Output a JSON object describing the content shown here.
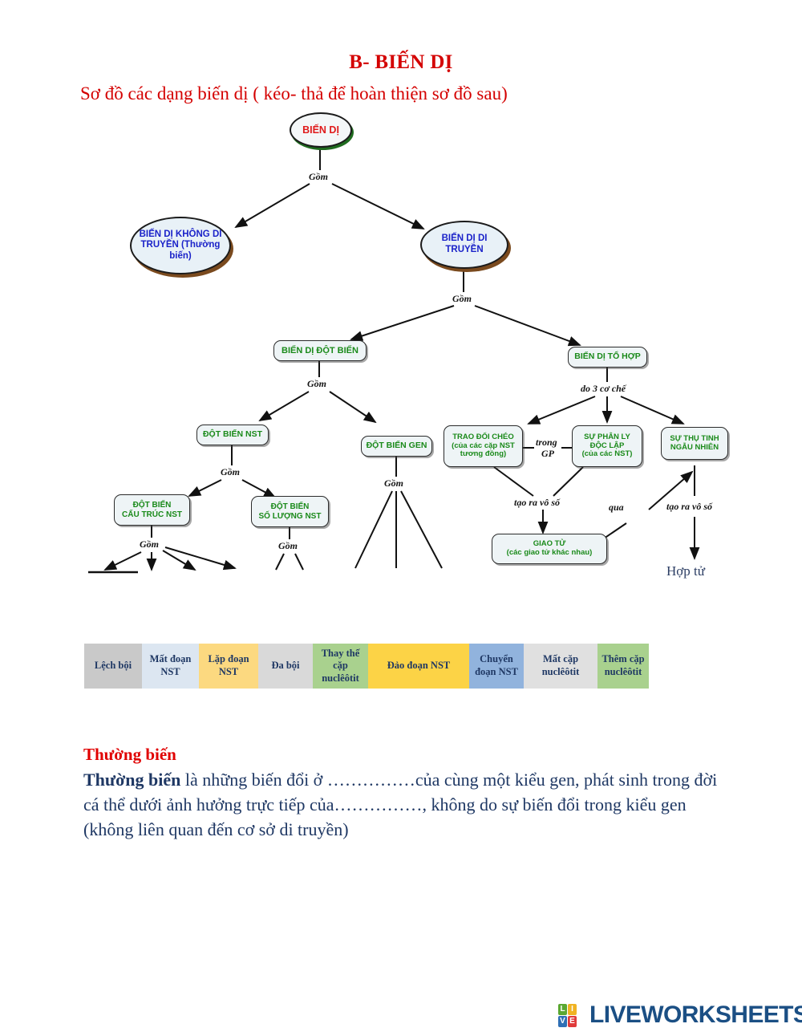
{
  "header": {
    "title": "B- BIẾN DỊ",
    "subtitle": "Sơ đồ các dạng biến dị ( kéo- thả để hoàn thiện sơ đồ sau)"
  },
  "diagram": {
    "nodes": {
      "root": "BIẾN DỊ",
      "non_heritable_l1": "BIẾN DỊ KHÔNG",
      "non_heritable_l2": "DI TRUYỀN",
      "non_heritable_l3": "(Thường biến)",
      "heritable_l1": "BIẾN DỊ",
      "heritable_l2": "DI TRUYỀN",
      "mutation_variation": "BIẾN DỊ ĐỘT BIẾN",
      "combination_variation": "BIẾN DỊ TỔ HỢP",
      "chromosome_mutation": "ĐỘT BIẾN NST",
      "gene_mutation": "ĐỘT BIẾN GEN",
      "structure_mutation_l1": "ĐỘT BIẾN",
      "structure_mutation_l2": "CẤU TRÚC NST",
      "number_mutation_l1": "ĐỘT BIẾN",
      "number_mutation_l2": "SỐ LƯỢNG NST",
      "crossing_over_l1": "TRAO ĐỔI CHÉO",
      "crossing_over_l2": "(của các cặp NST",
      "crossing_over_l3": "tương đồng)",
      "independent_assortment_l1": "SỰ PHÂN LY",
      "independent_assortment_l2": "ĐỘC LẬP",
      "independent_assortment_l3": "(của các NST)",
      "random_fertilization_l1": "SỰ THỤ TINH",
      "random_fertilization_l2": "NGẪU NHIÊN",
      "gamete_l1": "GIAO TỬ",
      "gamete_l2": "(các giao tử khác nhau)"
    },
    "edge_labels": {
      "gom_root": "Gồm",
      "gom_heritable": "Gồm",
      "gom_mutation": "Gồm",
      "gom_chromosome": "Gồm",
      "gom_structure": "Gồm",
      "gom_number": "Gồm",
      "gom_gene": "Gồm",
      "do_3_co_che": "do 3 cơ chế",
      "trong_gp_l1": "trong",
      "trong_gp_l2": "GP",
      "tao_ra_vo_so_left": "tạo ra vô số",
      "tao_ra_vo_so_right": "tạo ra vô số",
      "qua": "qua"
    },
    "free_labels": {
      "zygote": "Hợp tử"
    }
  },
  "word_bank": {
    "items": [
      {
        "label": "Lệch bội",
        "color": "#c9c9c9",
        "width": 72
      },
      {
        "label": "Mất đoạn NST",
        "color": "#dce6f1",
        "width": 71
      },
      {
        "label": "Lặp đoạn NST",
        "color": "#fcd980",
        "width": 74
      },
      {
        "label": "Đa bội",
        "color": "#d9d9d9",
        "width": 68
      },
      {
        "label": "Thay thế cặp nuclêôtit",
        "color": "#a9d18e",
        "width": 69
      },
      {
        "label": "Đảo đoạn NST",
        "color": "#fcd346",
        "width": 126
      },
      {
        "label": "Chuyển đoạn NST",
        "color": "#91b3dd",
        "width": 68
      },
      {
        "label": "Mất cặp nuclêôtit",
        "color": "#e0e0e0",
        "width": 92
      },
      {
        "label": "Thêm cặp nuclêôtit",
        "color": "#a9d18e",
        "width": 64
      }
    ]
  },
  "content": {
    "section_heading": "Thường biến",
    "paragraph_bold_lead": "Thường biến",
    "paragraph_rest": " là những biến đổi ở ……………của cùng một kiểu gen, phát sinh trong đời cá thể dưới ảnh hưởng trực tiếp của……………, không do sự biến đổi trong kiểu gen (không liên quan đến cơ sở di truyền)"
  },
  "footer": {
    "logo_tiles": [
      {
        "letter": "L",
        "color": "#5ba832"
      },
      {
        "letter": "I",
        "color": "#f0b323"
      },
      {
        "letter": "V",
        "color": "#2f6fb5"
      },
      {
        "letter": "E",
        "color": "#e03a3a"
      }
    ],
    "logo_text": "LIVEWORKSHEETS"
  }
}
